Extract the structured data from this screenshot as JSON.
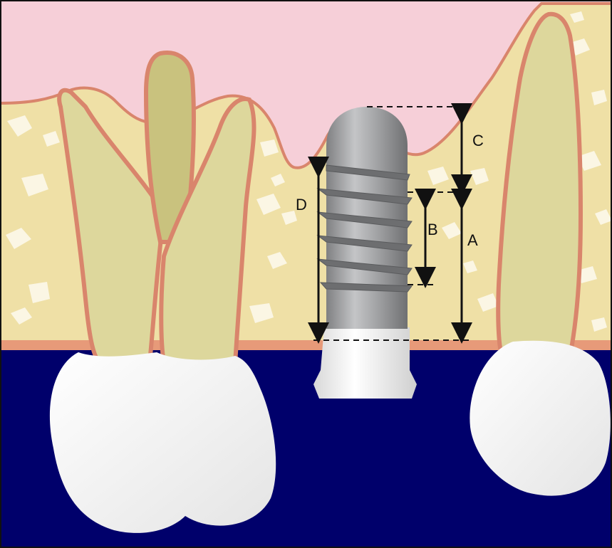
{
  "diagram": {
    "labels": {
      "A": "A",
      "B": "B",
      "C": "C",
      "D": "D"
    },
    "colors": {
      "gum": "#f6cfd8",
      "gum_edge": "#d9856c",
      "bone": "#efe0a6",
      "bone_spots": "#fbf6e4",
      "root": "#ddd79c",
      "root_dark": "#c9c27e",
      "crown": "#ffffff",
      "background": "#00006b",
      "implant": "#a9aaac",
      "implant_dark": "#7d7e80",
      "abutment": "#eeeeee",
      "dimension": "#111111"
    }
  }
}
